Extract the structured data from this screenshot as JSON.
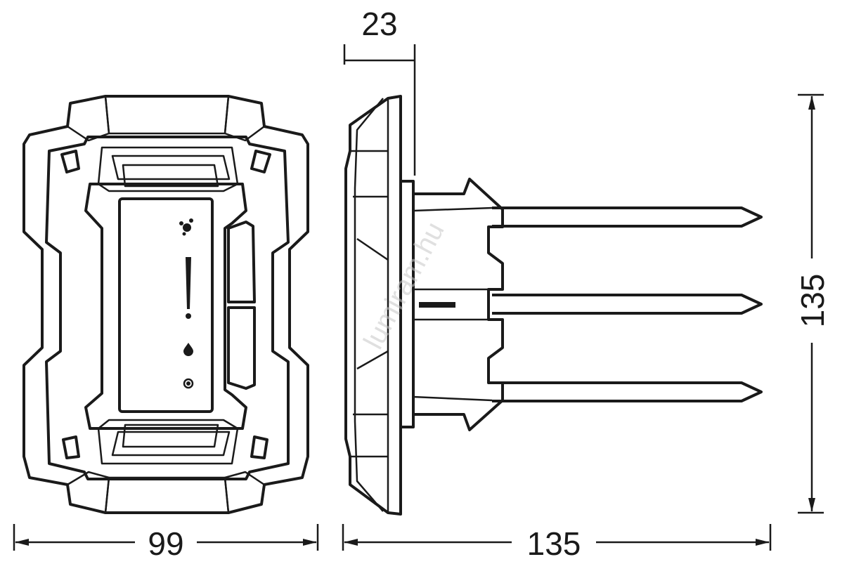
{
  "dimensions": {
    "front_width": "99",
    "side_depth": "135",
    "height": "135",
    "plate_offset": "23"
  },
  "watermark": "lumiram.hu",
  "colors": {
    "line": "#1a1a1a",
    "background": "#ffffff"
  }
}
